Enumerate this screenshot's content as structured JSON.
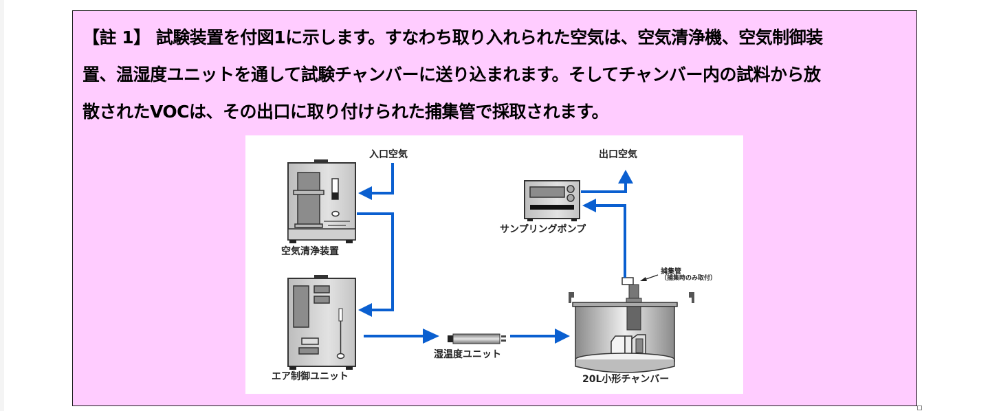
{
  "note": {
    "lines": [
      "【註 1】 試験装置を付図1に示します。すなわち取り入れられた空気は、空気清浄機、空気制御装",
      "置、温湿度ユニットを通して試験チャンバーに送り込まれます。そしてチャンバー内の試料から放",
      "散されたVOCは、その出口に取り付けられた捕集管で採取されます。"
    ]
  },
  "figure": {
    "labels": {
      "inlet_air": "入口空気",
      "outlet_air": "出口空気",
      "air_purifier": "空気清浄装置",
      "sampling_pump": "サンプリングポンプ",
      "air_control_unit": "エア制御ユニット",
      "humidity_unit": "湿温度ユニット",
      "collection_tube": "捕集管",
      "collection_tube_note": "（捕集時のみ取付）",
      "chamber": "20L小形チャンバー"
    },
    "colors": {
      "flow_arrow": "#0a5fd0",
      "device_body": "#d4d4d4",
      "background": "#ffccff"
    }
  }
}
